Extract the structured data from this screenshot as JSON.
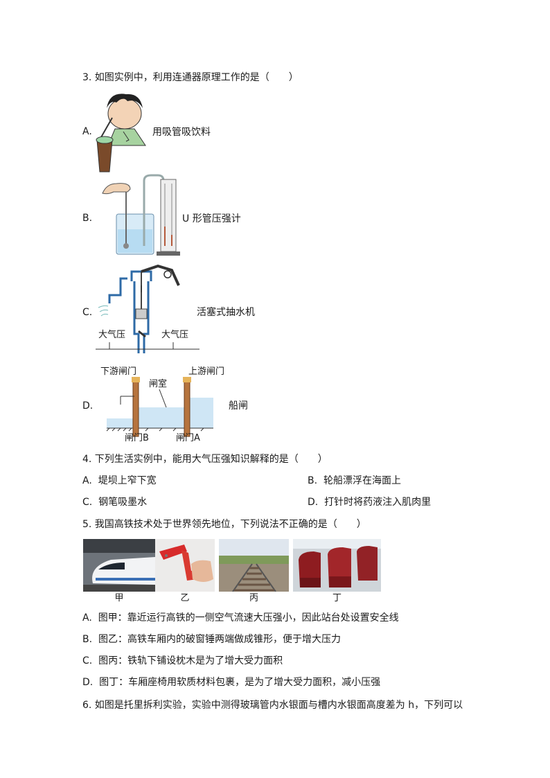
{
  "q3": {
    "stem": "3. 如图实例中，利用连通器原理工作的是（　　）",
    "options": [
      {
        "letter": "A.",
        "caption": "用吸管吸饮料"
      },
      {
        "letter": "B.",
        "caption": "U 形管压强计"
      },
      {
        "letter": "C.",
        "caption": "活塞式抽水机",
        "fig_labels": [
          "大气压",
          "大气压"
        ]
      },
      {
        "letter": "D.",
        "caption": "船闸",
        "fig_labels": [
          "下游闸门",
          "上游闸门",
          "闸室",
          "闸门B",
          "闸门A"
        ]
      }
    ]
  },
  "q4": {
    "stem": "4. 下列生活实例中，能用大气压强知识解释的是（　　）",
    "options": [
      {
        "letter": "A.",
        "text": "堤坝上窄下宽"
      },
      {
        "letter": "B.",
        "text": "轮船漂浮在海面上"
      },
      {
        "letter": "C.",
        "text": "钢笔吸墨水"
      },
      {
        "letter": "D.",
        "text": "打针时将药液注入肌肉里"
      }
    ]
  },
  "q5": {
    "stem": "5. 我国高铁技术处于世界领先地位，下列说法不正确的是（　　）",
    "photo_captions": [
      "甲",
      "乙",
      "丙",
      "丁"
    ],
    "options": [
      {
        "letter": "A.",
        "text": "图甲：靠近运行高铁的一侧空气流速大压强小，因此站台处设置安全线"
      },
      {
        "letter": "B.",
        "text": "图乙：高铁车厢内的破窗锤两端做成锥形，便于增大压力"
      },
      {
        "letter": "C.",
        "text": "图丙：铁轨下铺设枕木是为了增大受力面积"
      },
      {
        "letter": "D.",
        "text": "图丁：车厢座椅用软质材料包裹，是为了增大受力面积，减小压强"
      }
    ]
  },
  "q6": {
    "stem": "6. 如图是托里拆利实验，实验中测得玻璃管内水银面与槽内水银面高度差为 h，下列可以"
  }
}
